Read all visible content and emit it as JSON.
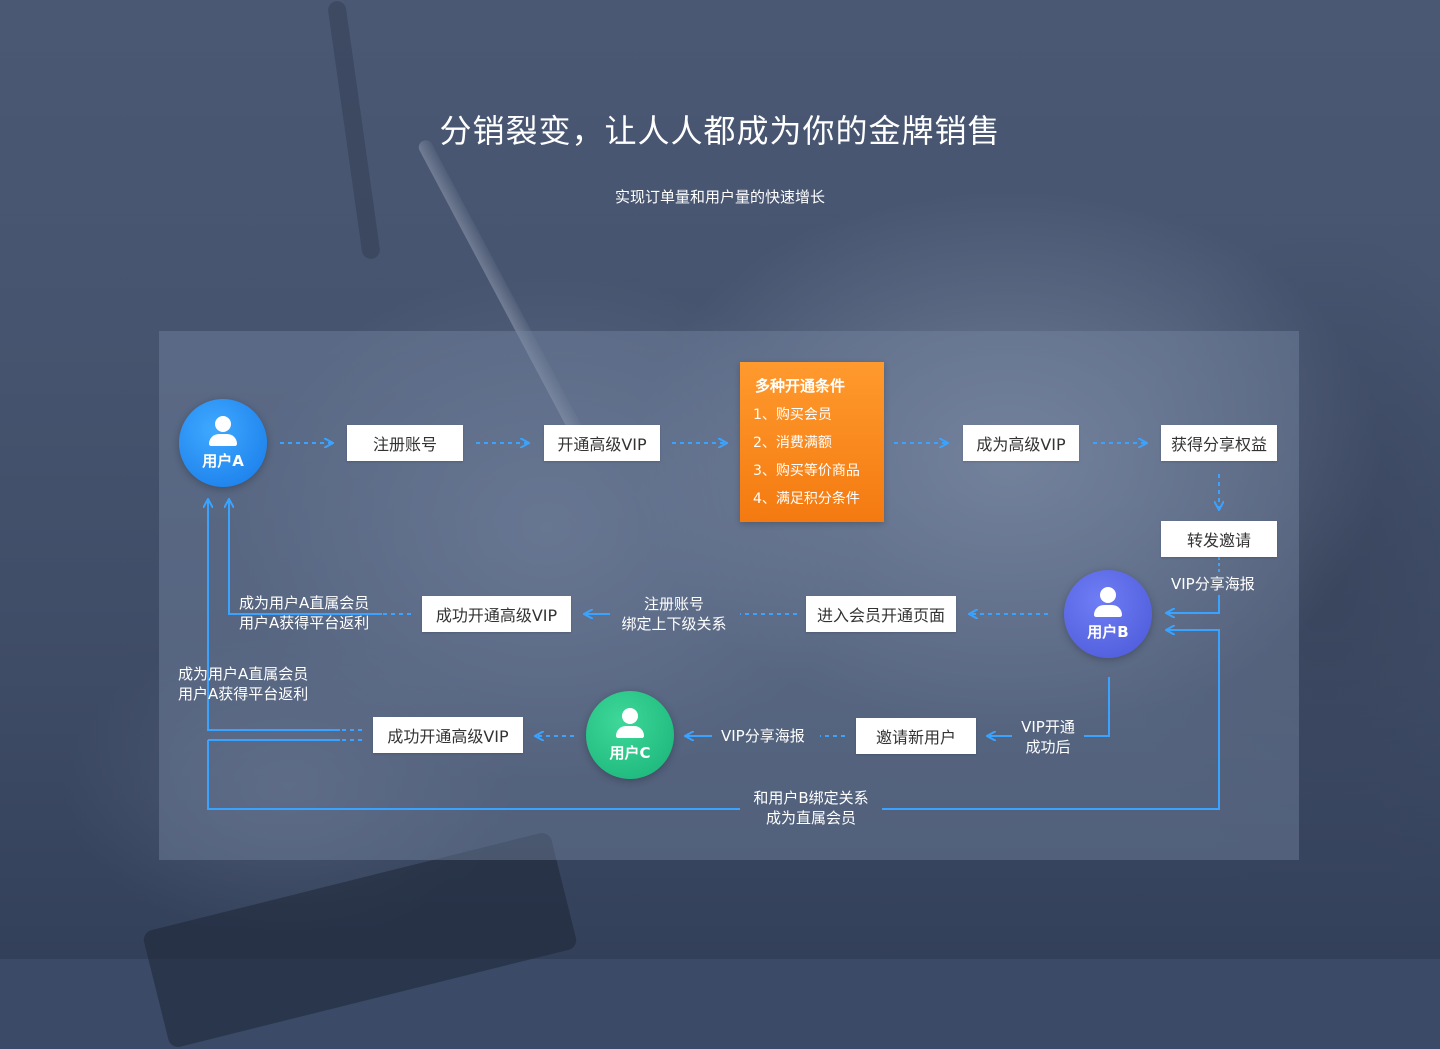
{
  "header": {
    "title": "分销裂变，让人人都成为你的金牌销售",
    "subtitle": "实现订单量和用户量的快速增长"
  },
  "colors": {
    "flow_line": "#3aa3ff",
    "conditions_box": "#f58a1f",
    "user_a": "#1e88f0",
    "user_b": "#5563e0",
    "user_c": "#1fbf83"
  },
  "users": {
    "a": "用户A",
    "b": "用户B",
    "c": "用户C"
  },
  "steps": {
    "register": "注册账号",
    "open_vip": "开通高级VIP",
    "become_vip": "成为高级VIP",
    "get_rights": "获得分享权益",
    "forward": "转发邀请",
    "enter_page": "进入会员开通页面",
    "b_success_vip": "成功开通高级VIP",
    "invite_new": "邀请新用户",
    "c_success_vip": "成功开通高级VIP"
  },
  "conditions": {
    "title": "多种开通条件",
    "items": [
      "1、购买会员",
      "2、消费满额",
      "3、购买等价商品",
      "4、满足积分条件"
    ]
  },
  "labels": {
    "vip_poster_1": "VIP分享海报",
    "register_bind_1": "注册账号",
    "register_bind_2": "绑定上下级关系",
    "member_a_line1": "成为用户A直属会员",
    "member_a_line2": "用户A获得平台返利",
    "member_a2_line1": "成为用户A直属会员",
    "member_a2_line2": "用户A获得平台返利",
    "vip_open_line1": "VIP开通",
    "vip_open_line2": "成功后",
    "vip_poster_2": "VIP分享海报",
    "bind_b_line1": "和用户B绑定关系",
    "bind_b_line2": "成为直属会员"
  }
}
